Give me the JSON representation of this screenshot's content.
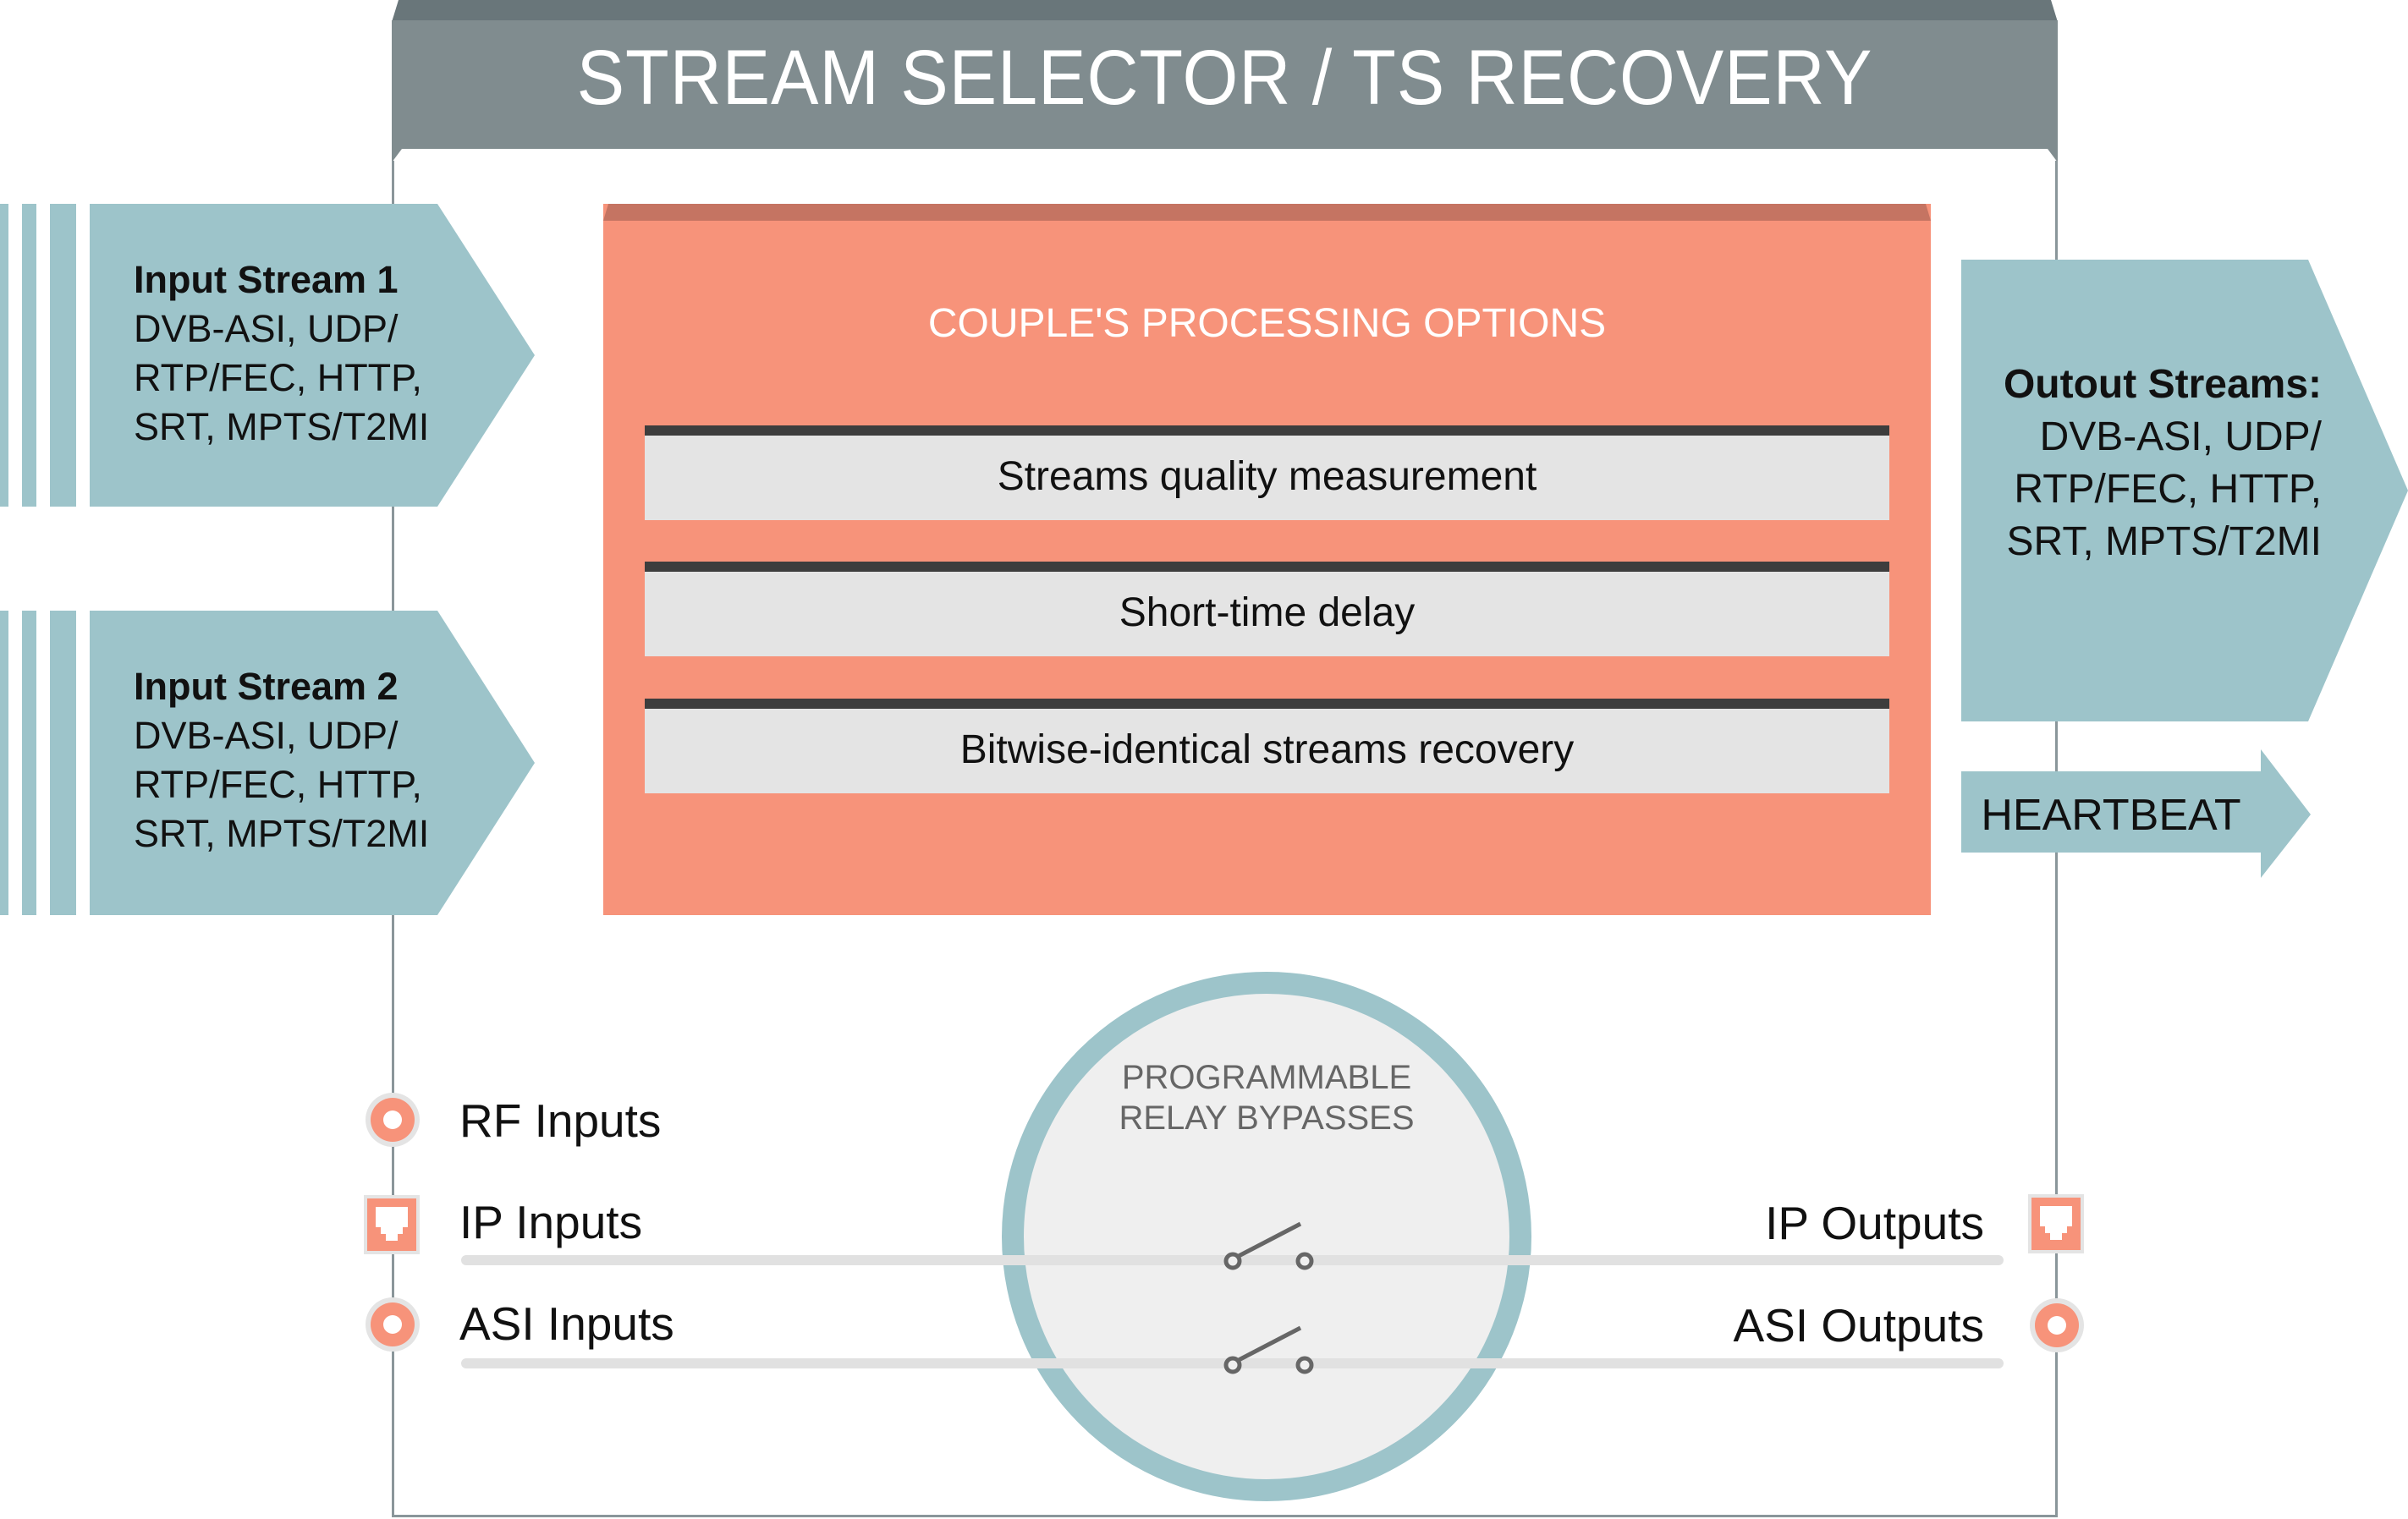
{
  "title": "STREAM SELECTOR / TS RECOVERY",
  "colors": {
    "banner": "#808c8f",
    "banner_top": "#69767a",
    "stream": "#9dc4ca",
    "processing": "#f7937a",
    "processing_top": "#c57462",
    "option_bar": "#e4e4e4",
    "option_bar_top": "#3d3d3d",
    "relay_ring": "#9dc4ca",
    "relay_fill": "#efefef",
    "connector": "#f7937a"
  },
  "inputs": [
    {
      "heading": "Input Stream 1",
      "lines": [
        "DVB-ASI, UDP/",
        "RTP/FEC, HTTP,",
        "SRT, MPTS/T2MI"
      ]
    },
    {
      "heading": "Input Stream 2",
      "lines": [
        "DVB-ASI, UDP/",
        "RTP/FEC, HTTP,",
        "SRT, MPTS/T2MI"
      ]
    }
  ],
  "processing": {
    "title": "COUPLE'S PROCESSING OPTIONS",
    "options": [
      "Streams quality measurement",
      "Short-time delay",
      "Bitwise-identical streams recovery"
    ]
  },
  "output": {
    "heading": "Outout Streams:",
    "lines": [
      "DVB-ASI, UDP/",
      "RTP/FEC, HTTP,",
      "SRT, MPTS/T2MI"
    ]
  },
  "heartbeat": "HEARTBEAT",
  "relay": {
    "title_line1": "PROGRAMMABLE",
    "title_line2": "RELAY BYPASSES"
  },
  "io": {
    "inputs": [
      {
        "label": "RF Inputs",
        "icon": "coax-connector-icon"
      },
      {
        "label": "IP Inputs",
        "icon": "ethernet-port-icon"
      },
      {
        "label": "ASI Inputs",
        "icon": "coax-connector-icon"
      }
    ],
    "outputs": [
      {
        "label": "IP Outputs",
        "icon": "ethernet-port-icon"
      },
      {
        "label": "ASI Outputs",
        "icon": "coax-connector-icon"
      }
    ]
  }
}
